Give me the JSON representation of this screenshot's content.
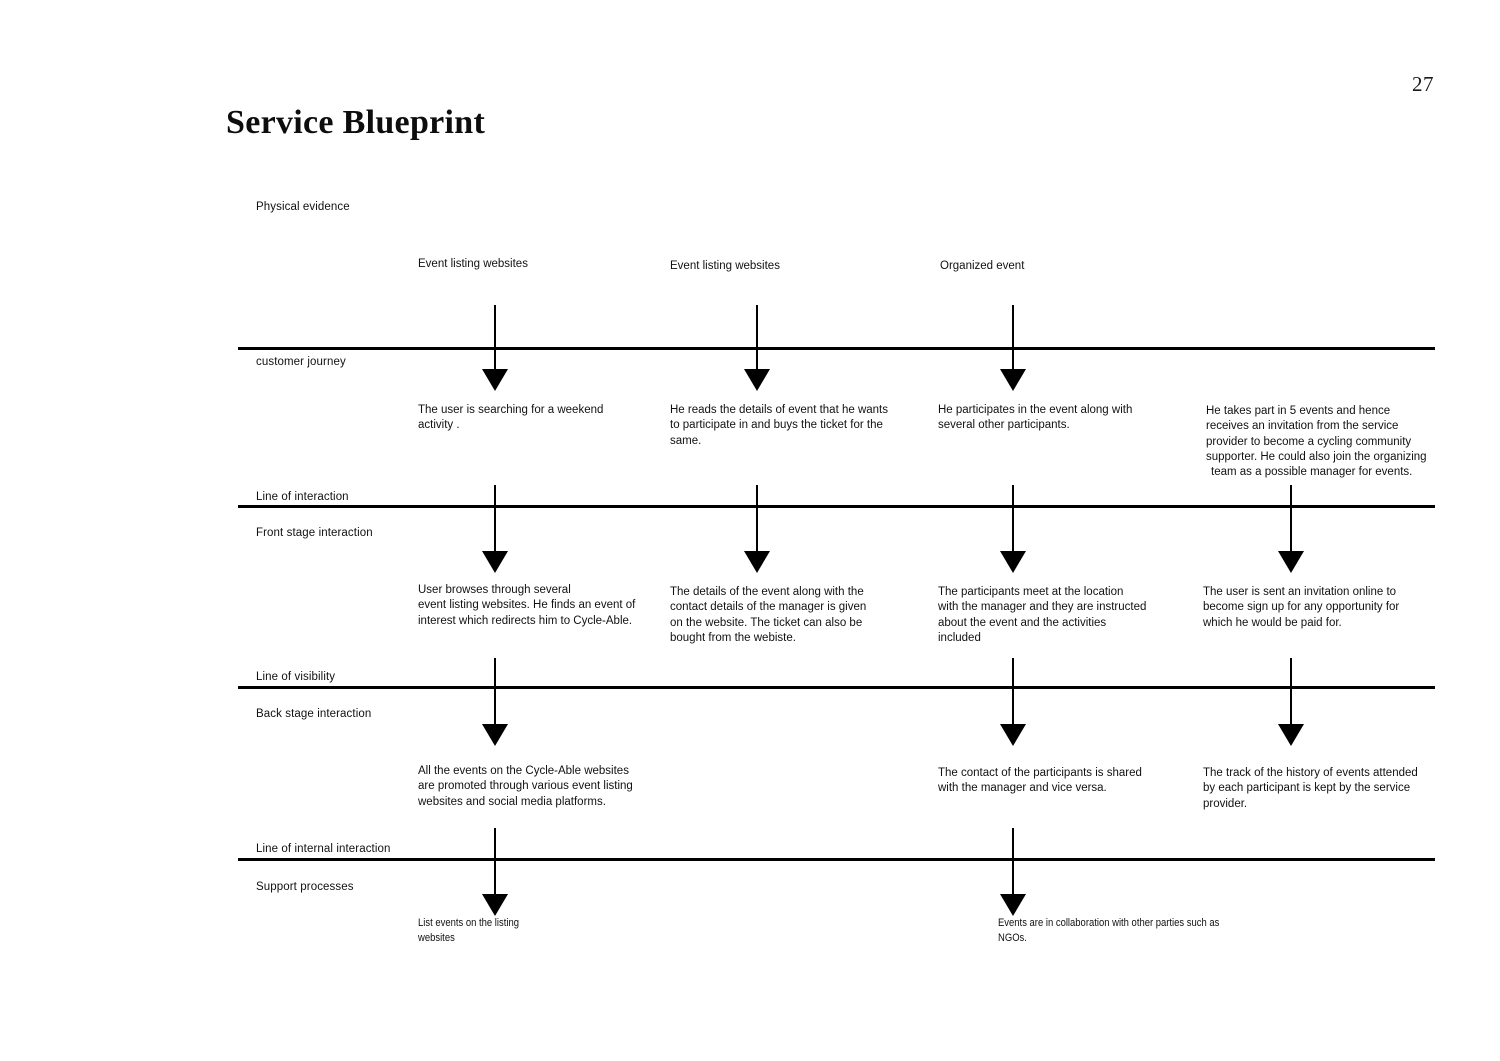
{
  "document": {
    "page_number": "27",
    "title": "Service Blueprint"
  },
  "lanes": [
    {
      "id": "physical-evidence",
      "label": "Physical evidence"
    },
    {
      "id": "customer-journey",
      "label": "customer journey"
    },
    {
      "id": "line-of-interaction",
      "label": "Line of interaction"
    },
    {
      "id": "front-stage-interaction",
      "label": "Front stage interaction"
    },
    {
      "id": "line-of-visibility",
      "label": "Line of visibility"
    },
    {
      "id": "back-stage-interaction",
      "label": "Back stage interaction"
    },
    {
      "id": "line-of-internal-interaction",
      "label": "Line of internal interaction"
    },
    {
      "id": "support-processes",
      "label": "Support processes"
    }
  ],
  "physical_evidence": [
    {
      "label": "Event listing websites"
    },
    {
      "label": "Event listing websites"
    },
    {
      "label": "Organized event"
    }
  ],
  "customer_journey": [
    {
      "lines": [
        "The user is searching for a weekend",
        "activity ."
      ]
    },
    {
      "lines": [
        "He reads the details of event that he wants",
        "to participate in and buys the ticket for the",
        "same."
      ]
    },
    {
      "lines": [
        "He participates in the event along with",
        "several other participants."
      ]
    },
    {
      "lines": [
        "He takes part in 5 events and hence",
        "receives an invitation from the service",
        "provider to become a cycling community",
        "supporter. He could also join the organizing",
        "team as a possible manager for events."
      ]
    }
  ],
  "front_stage_interaction": [
    {
      "lines": [
        "User browses through several",
        "event listing websites. He finds an event of",
        "interest which redirects him to Cycle-Able."
      ]
    },
    {
      "lines": [
        "The details of the event along with the",
        "contact details of the manager is given",
        "on the website. The ticket can also be",
        "bought from the webiste."
      ]
    },
    {
      "lines": [
        "The participants meet at the location",
        "with the manager and they are instructed",
        "about the event and the activities",
        "included"
      ]
    },
    {
      "lines": [
        "The user is sent an invitation online to",
        "become sign up for any opportunity for",
        "which he would be paid for."
      ]
    }
  ],
  "back_stage_interaction": [
    {
      "lines": [
        "All the events on the Cycle-Able websites",
        "are promoted through various event listing",
        "websites and social media platforms."
      ]
    },
    {
      "lines": [
        "The contact of the participants is shared",
        "with the manager and vice versa."
      ]
    },
    {
      "lines": [
        "The track of the history of events attended",
        "by each participant is kept by the service",
        "provider."
      ]
    }
  ],
  "support_processes": [
    {
      "lines": [
        "List events on the listing",
        "websites"
      ]
    },
    {
      "lines": [
        "Events are in collaboration with other parties such as",
        "NGOs."
      ]
    }
  ],
  "colors": {
    "ink": "#000000",
    "background": "#ffffff"
  }
}
